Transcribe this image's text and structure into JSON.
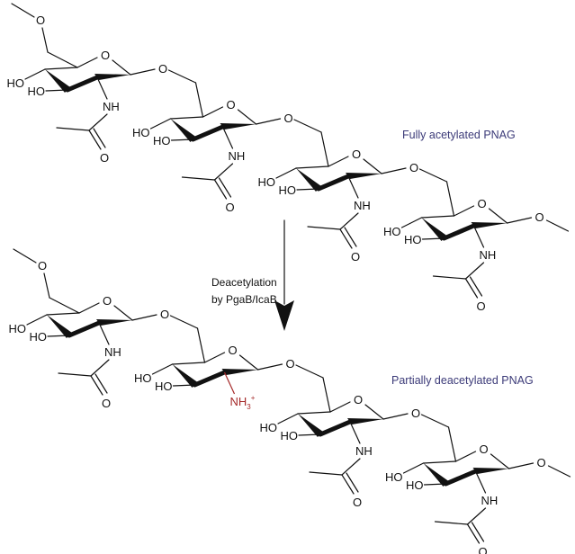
{
  "atoms": {
    "hydroxyl": "HO",
    "amide_nh": "NH",
    "oxygen": "O",
    "ammonium_n": "NH",
    "ammonium_sub": "3",
    "ammonium_charge": "+"
  },
  "labels": {
    "top_polymer": "Fully acetylated PNAG",
    "bottom_polymer": "Partially deacetylated PNAG",
    "reaction_line1": "Deacetylation",
    "reaction_line2": "by PgaB/IcaB"
  },
  "chains": [
    {
      "name": "fully-acetylated",
      "units": [
        "GlcNAc",
        "GlcNAc",
        "GlcNAc",
        "GlcNAc"
      ]
    },
    {
      "name": "partially-deacetylated",
      "units": [
        "GlcNAc",
        "GlcN+",
        "GlcNAc",
        "GlcNAc"
      ]
    }
  ],
  "colors": {
    "label": "#3b3a78",
    "ammonium": "#a52a2a",
    "bond": "#111111"
  }
}
